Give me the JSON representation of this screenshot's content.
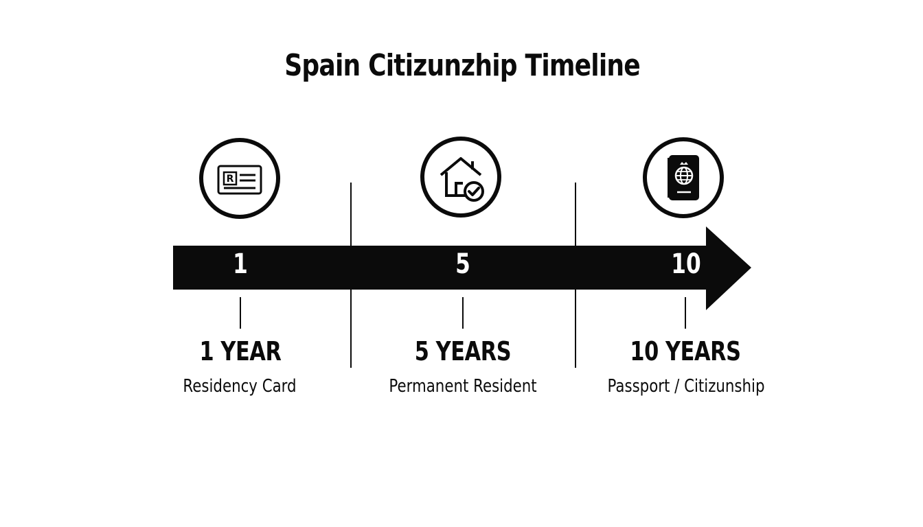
{
  "title": "Spain Citizunzhip Timeline",
  "timeline": {
    "axis_labels": [
      "1",
      "5",
      "10"
    ],
    "milestones": [
      {
        "heading": "1 YEAR",
        "label": "Residency Card",
        "icon": "residency-card-icon"
      },
      {
        "heading": "5 YEARS",
        "label": "Permanent Resident",
        "icon": "house-check-icon"
      },
      {
        "heading": "10 YEARS",
        "label": "Passport / Citizunship",
        "icon": "passport-icon"
      }
    ]
  },
  "colors": {
    "ink": "#0b0b0b",
    "background": "#ffffff"
  }
}
